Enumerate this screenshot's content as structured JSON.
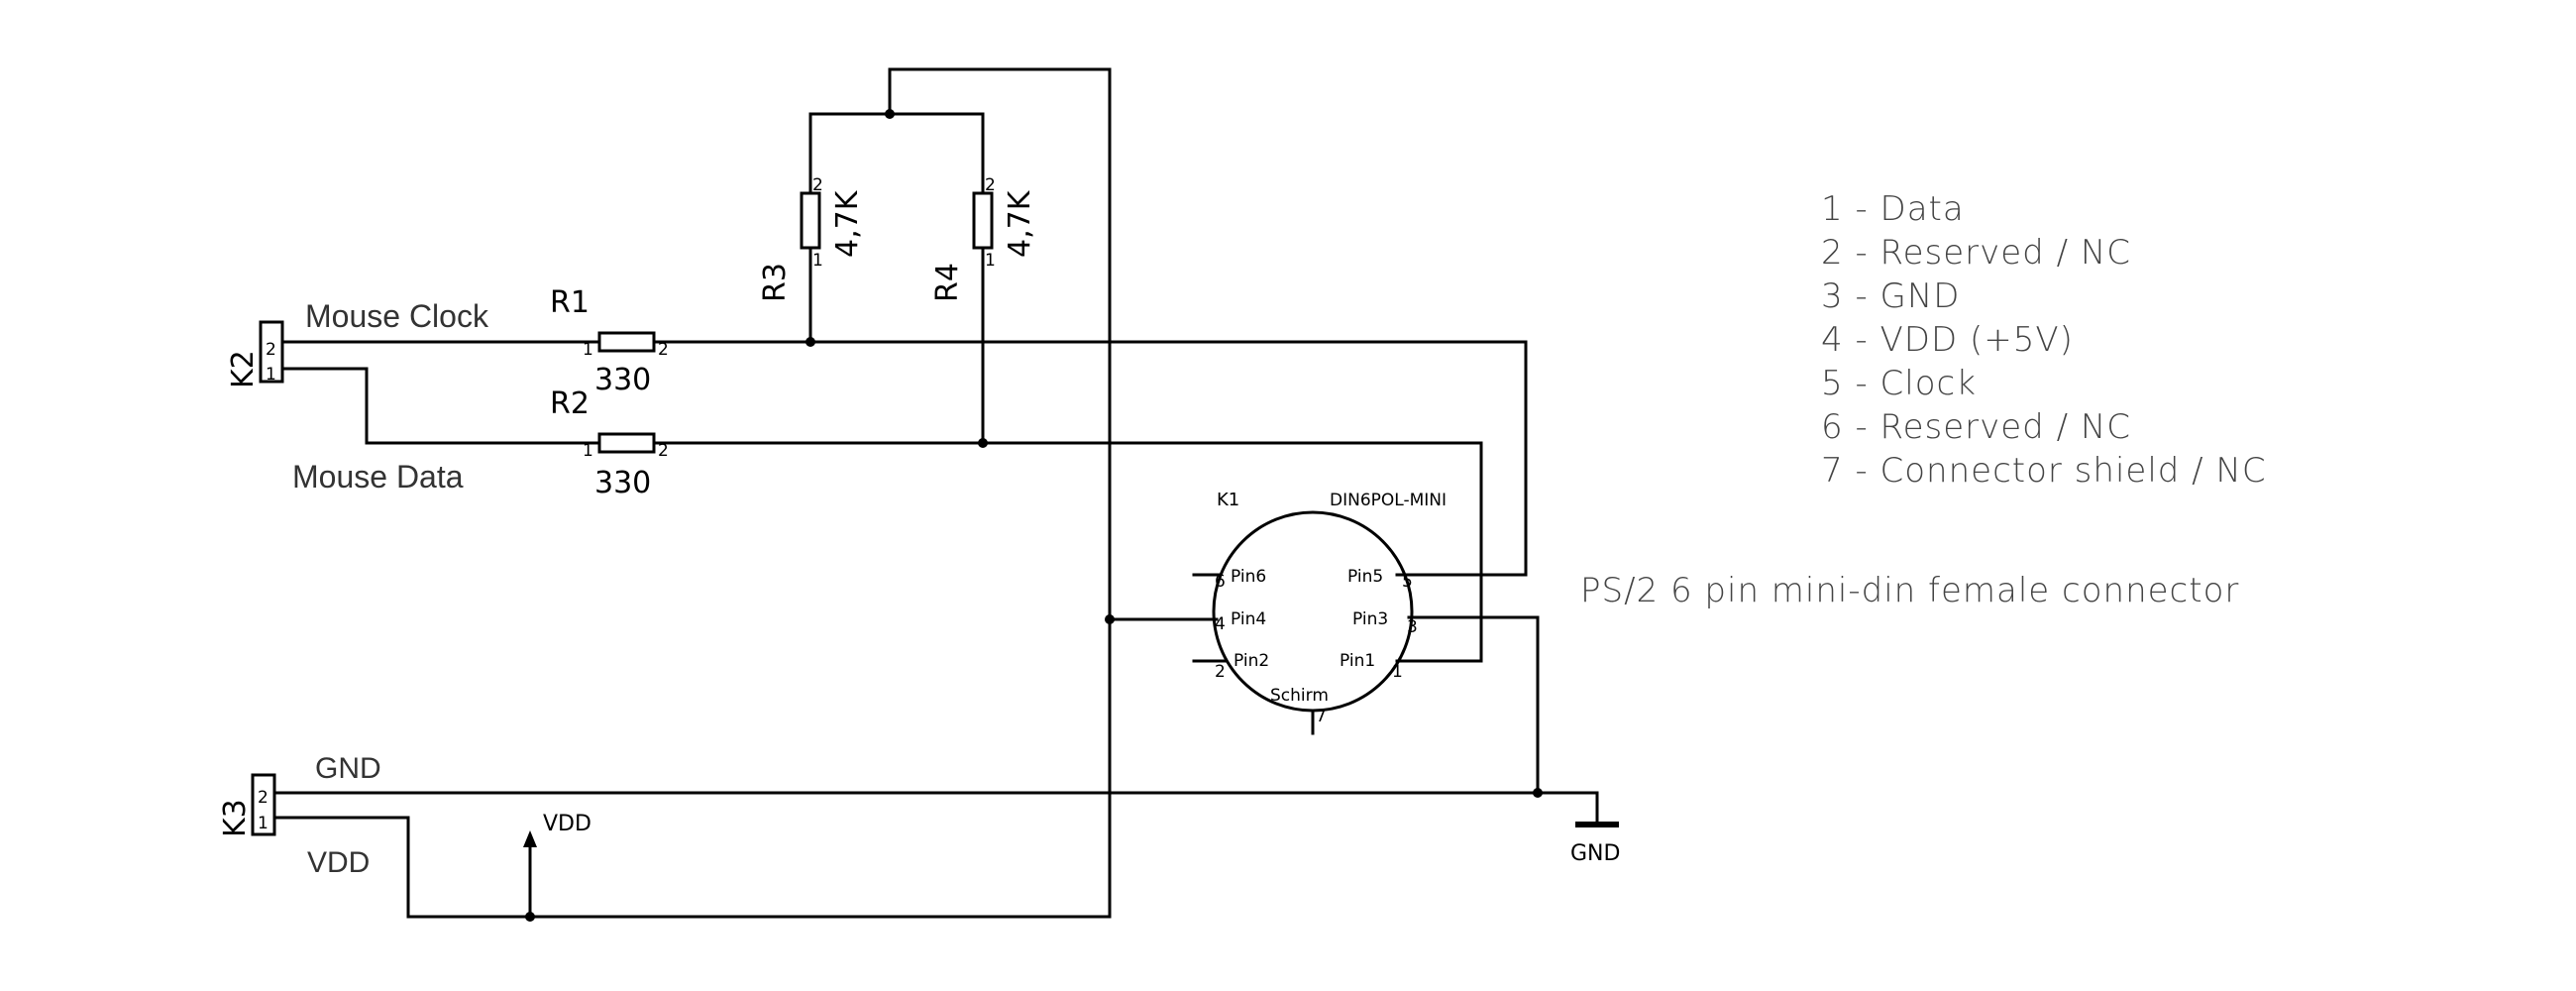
{
  "connectors": {
    "k2": {
      "ref": "K2",
      "pin2": "2",
      "pin1": "1",
      "clock_label": "Mouse Clock",
      "data_label": "Mouse Data"
    },
    "k3": {
      "ref": "K3",
      "pin2": "2",
      "pin1": "1",
      "gnd_label": "GND",
      "vdd_label": "VDD"
    }
  },
  "resistors": {
    "r1": {
      "ref": "R1",
      "value": "330",
      "pin1": "1",
      "pin2": "2"
    },
    "r2": {
      "ref": "R2",
      "value": "330",
      "pin1": "1",
      "pin2": "2"
    },
    "r3": {
      "ref": "R3",
      "value": "4,7K",
      "pin1": "1",
      "pin2": "2"
    },
    "r4": {
      "ref": "R4",
      "value": "4,7K",
      "pin1": "1",
      "pin2": "2"
    }
  },
  "din": {
    "ref": "K1",
    "part": "DIN6POL-MINI",
    "pins": {
      "pin6": "Pin6",
      "pin6_num": "6",
      "pin4": "Pin4",
      "pin4_num": "4",
      "pin2": "Pin2",
      "pin2_num": "2",
      "pin5": "Pin5",
      "pin5_num": "5",
      "pin3": "Pin3",
      "pin3_num": "3",
      "pin1": "Pin1",
      "pin1_num": "1",
      "shield": "Schirm",
      "shield_num": "7"
    }
  },
  "power": {
    "vdd": "VDD",
    "gnd": "GND"
  },
  "caption": "PS/2 6 pin mini-din female connector",
  "legend": [
    "1 - Data",
    "2 - Reserved / NC",
    "3 - GND",
    "4 - VDD (+5V)",
    "5 - Clock",
    "6 - Reserved / NC",
    "7 - Connector shield / NC"
  ]
}
